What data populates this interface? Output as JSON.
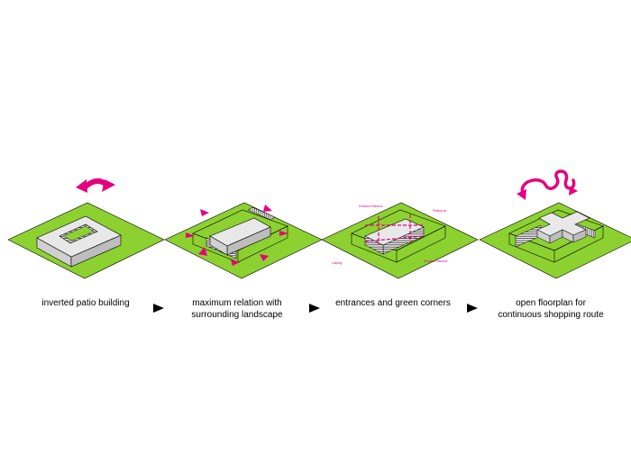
{
  "colors": {
    "grass": "#8cd130",
    "accent": "#e6007e",
    "building": "#e8e8e8",
    "line": "#000000"
  },
  "steps": [
    {
      "icon": "rotate-arrow-icon",
      "caption_lines": [
        "inverted patio building"
      ]
    },
    {
      "icon": "outward-arrows-icon",
      "caption_lines": [
        "maximum relation with",
        "surrounding landscape"
      ]
    },
    {
      "icon": "entrance-labels-icon",
      "caption_lines": [
        "entrances and green corners"
      ]
    },
    {
      "icon": "winding-route-icon",
      "caption_lines": [
        "open floorplan for",
        "continuous shopping route"
      ]
    }
  ],
  "step3_labels": [
    "Entrance Entrance",
    "Parking lot",
    "Loading",
    "Entrance Entrance"
  ],
  "separator_icon": "play-arrow-icon"
}
